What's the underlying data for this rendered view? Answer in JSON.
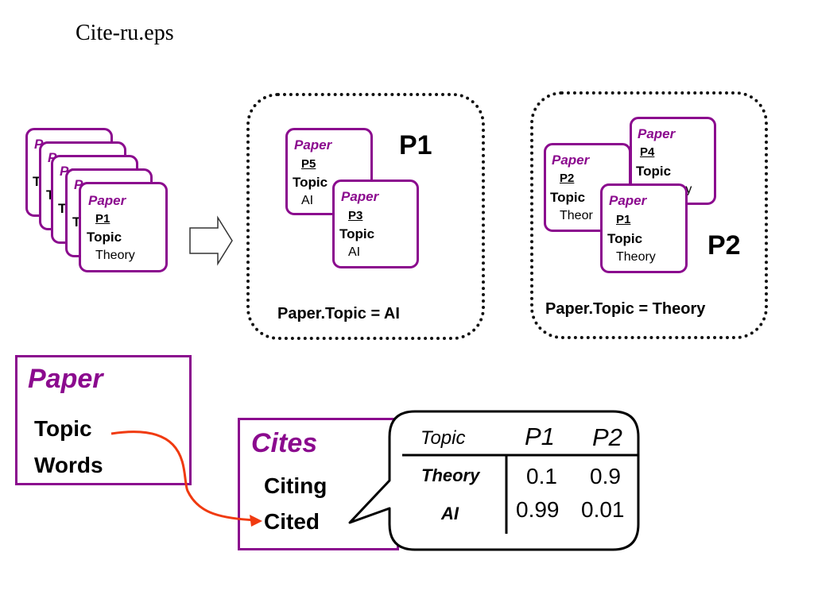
{
  "title": "Cite-ru.eps",
  "stack": {
    "card": {
      "type": "Paper",
      "id": "P1",
      "attr": "Topic",
      "value": "Theory"
    },
    "back_type_fragment": "Pa",
    "back_attr_fragment": "T"
  },
  "cluster1": {
    "name": "P1",
    "label": "Paper.Topic = AI",
    "cards": [
      {
        "type": "Paper",
        "id": "P5",
        "attr": "Topic",
        "value": "AI"
      },
      {
        "type": "Paper",
        "id": "P3",
        "attr": "Topic",
        "value": "AI"
      }
    ]
  },
  "cluster2": {
    "name": "P2",
    "label": "Paper.Topic = Theory",
    "cards": [
      {
        "type": "Paper",
        "id": "P4",
        "attr": "Topic",
        "value": "ry"
      },
      {
        "type": "Paper",
        "id": "P2",
        "attr": "Topic",
        "value": "Theor"
      },
      {
        "type": "Paper",
        "id": "P1",
        "attr": "Topic",
        "value": "Theory"
      }
    ]
  },
  "paper_schema": {
    "name": "Paper",
    "attrs": [
      "Topic",
      "Words"
    ]
  },
  "cites_schema": {
    "name": "Cites",
    "attrs": [
      "Citing",
      "Cited"
    ]
  },
  "cpt": {
    "header": [
      "Topic",
      "P1",
      "P2"
    ],
    "rows": [
      {
        "label": "Theory",
        "values": [
          "0.1",
          "0.9"
        ]
      },
      {
        "label": "AI",
        "values": [
          "0.99",
          "0.01"
        ]
      }
    ]
  },
  "colors": {
    "purple": "#8b0a8e",
    "arrow": "#f03a10",
    "border": "#111111"
  }
}
